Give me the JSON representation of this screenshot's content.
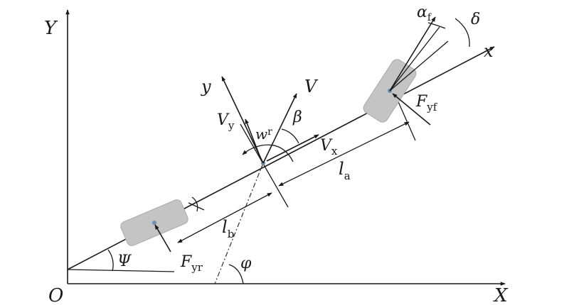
{
  "labels": {
    "Y": "Y",
    "X": "X",
    "O": "O",
    "x": "x",
    "y": "y",
    "V": "V",
    "Vy": {
      "main": "V",
      "sub": "y"
    },
    "Vx": {
      "main": "V",
      "sub": "x"
    },
    "wr": {
      "main": "w",
      "sub": "r"
    },
    "beta": "β",
    "delta": "δ",
    "alpha_f": {
      "main": "α",
      "sub": "f"
    },
    "Fyf": {
      "main": "F",
      "sub": "yf"
    },
    "Fyr": {
      "main": "F",
      "sub": "yr"
    },
    "la": {
      "main": "l",
      "sub": "a"
    },
    "lb": {
      "main": "l",
      "sub": "b"
    },
    "Psi": "Ψ",
    "phi": "φ"
  },
  "colors": {
    "stroke": "#1a1a1a",
    "wheel": "#c4c4c4",
    "cg": "#6b8fb0"
  }
}
